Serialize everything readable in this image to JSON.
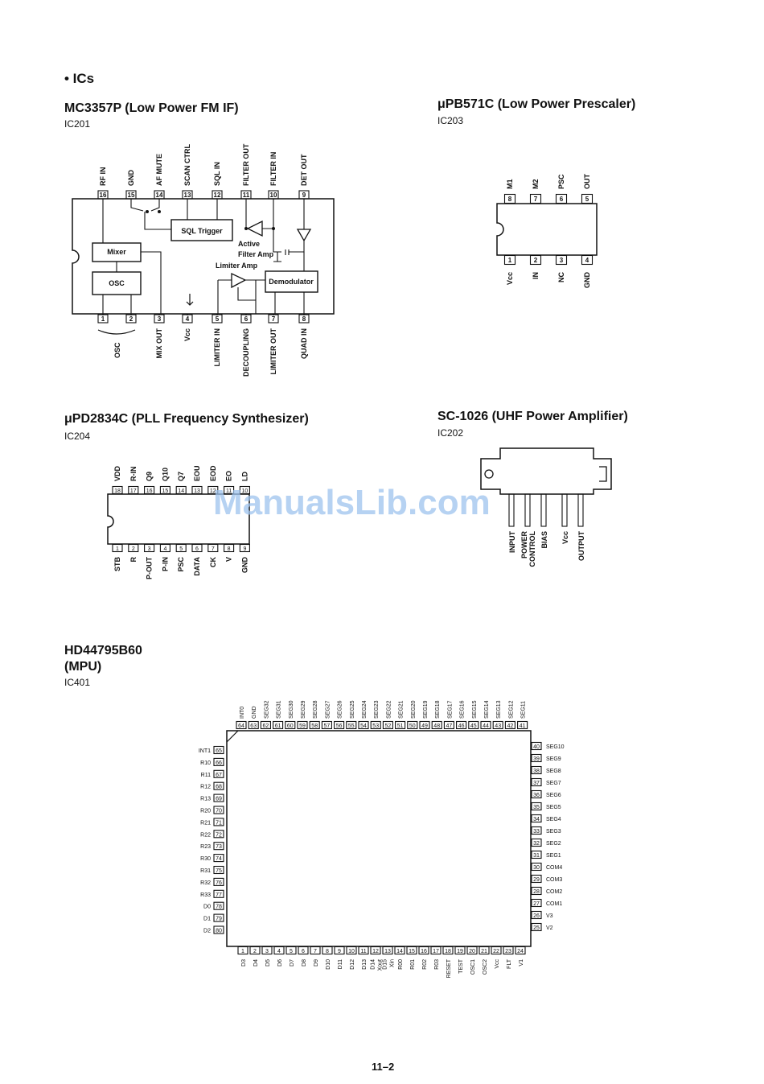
{
  "section_title": "• ICs",
  "watermark": "ManualsLib.com",
  "page_number": "11–2",
  "mc3357p": {
    "title": "MC3357P (Low Power FM IF)",
    "ref": "IC201",
    "top_pins": [
      {
        "num": "16",
        "label": "RF IN"
      },
      {
        "num": "15",
        "label": "GND"
      },
      {
        "num": "14",
        "label": "AF MUTE"
      },
      {
        "num": "13",
        "label": "SCAN CTRL"
      },
      {
        "num": "12",
        "label": "SQL IN"
      },
      {
        "num": "11",
        "label": "FILTER OUT"
      },
      {
        "num": "10",
        "label": "FILTER IN"
      },
      {
        "num": "9",
        "label": "DET OUT"
      }
    ],
    "bottom_pins": [
      {
        "num": "1",
        "label": ""
      },
      {
        "num": "2",
        "label": ""
      },
      {
        "num": "3",
        "label": "MIX OUT"
      },
      {
        "num": "4",
        "label": "Vcc"
      },
      {
        "num": "5",
        "label": "LIMITER IN"
      },
      {
        "num": "6",
        "label": "DECOUPLING"
      },
      {
        "num": "7",
        "label": "LIMITER OUT"
      },
      {
        "num": "8",
        "label": "QUAD IN"
      }
    ],
    "osc_label": "OSC",
    "blocks": {
      "mixer": "Mixer",
      "osc": "OSC",
      "sql": "SQL Trigger",
      "demod": "Demodulator"
    },
    "labels": {
      "active": "Active",
      "filter_amp": "Filter Amp",
      "limiter_amp": "Limiter Amp"
    }
  },
  "upb571c": {
    "title": "μPB571C (Low Power Prescaler)",
    "ref": "IC203",
    "top_pins": [
      {
        "num": "8",
        "label": "M1"
      },
      {
        "num": "7",
        "label": "M2"
      },
      {
        "num": "6",
        "label": "PSC"
      },
      {
        "num": "5",
        "label": "OUT"
      }
    ],
    "bottom_pins": [
      {
        "num": "1",
        "label": "Vcc"
      },
      {
        "num": "2",
        "label": "IN"
      },
      {
        "num": "3",
        "label": "NC"
      },
      {
        "num": "4",
        "label": "GND"
      }
    ]
  },
  "upd2834c": {
    "title": "μPD2834C (PLL Frequency Synthesizer)",
    "ref": "IC204",
    "top_pins": [
      {
        "num": "18",
        "label": "VDD"
      },
      {
        "num": "17",
        "label": "R-IN"
      },
      {
        "num": "16",
        "label": "Q9"
      },
      {
        "num": "15",
        "label": "Q10"
      },
      {
        "num": "14",
        "label": "Q7"
      },
      {
        "num": "13",
        "label": "EOU"
      },
      {
        "num": "12",
        "label": "EOD"
      },
      {
        "num": "11",
        "label": "EO"
      },
      {
        "num": "10",
        "label": "LD"
      }
    ],
    "bottom_pins": [
      {
        "num": "1",
        "label": "STB"
      },
      {
        "num": "2",
        "label": "R"
      },
      {
        "num": "3",
        "label": "P-OUT"
      },
      {
        "num": "4",
        "label": "P-IN"
      },
      {
        "num": "5",
        "label": "PSC"
      },
      {
        "num": "6",
        "label": "DATA"
      },
      {
        "num": "7",
        "label": "CK"
      },
      {
        "num": "8",
        "label": "V"
      },
      {
        "num": "9",
        "label": "GND"
      }
    ]
  },
  "sc1026": {
    "title": "SC-1026 (UHF Power Amplifier)",
    "ref": "IC202",
    "pins": [
      "INPUT",
      "POWER CONTROL",
      "BIAS",
      "Vcc",
      "OUTPUT"
    ]
  },
  "hd44795": {
    "title_line1": "HD44795B60",
    "title_line2": "(MPU)",
    "ref": "IC401",
    "top_pins": [
      {
        "num": "64",
        "label": "INT0"
      },
      {
        "num": "63",
        "label": "GND"
      },
      {
        "num": "62",
        "label": "SEG32"
      },
      {
        "num": "61",
        "label": "SEG31"
      },
      {
        "num": "60",
        "label": "SEG30"
      },
      {
        "num": "59",
        "label": "SEG29"
      },
      {
        "num": "58",
        "label": "SEG28"
      },
      {
        "num": "57",
        "label": "SEG27"
      },
      {
        "num": "56",
        "label": "SEG26"
      },
      {
        "num": "55",
        "label": "SEG25"
      },
      {
        "num": "54",
        "label": "SEG24"
      },
      {
        "num": "53",
        "label": "SEG23"
      },
      {
        "num": "52",
        "label": "SEG22"
      },
      {
        "num": "51",
        "label": "SEG21"
      },
      {
        "num": "50",
        "label": "SEG20"
      },
      {
        "num": "49",
        "label": "SEG19"
      },
      {
        "num": "48",
        "label": "SEG18"
      },
      {
        "num": "47",
        "label": "SEG17"
      },
      {
        "num": "46",
        "label": "SEG16"
      },
      {
        "num": "45",
        "label": "SEG15"
      },
      {
        "num": "44",
        "label": "SEG14"
      },
      {
        "num": "43",
        "label": "SEG13"
      },
      {
        "num": "42",
        "label": "SEG12"
      },
      {
        "num": "41",
        "label": "SEG11"
      }
    ],
    "left_pins": [
      {
        "num": "65",
        "label": "INT1"
      },
      {
        "num": "66",
        "label": "R10"
      },
      {
        "num": "67",
        "label": "R11"
      },
      {
        "num": "68",
        "label": "R12"
      },
      {
        "num": "69",
        "label": "R13"
      },
      {
        "num": "70",
        "label": "R20"
      },
      {
        "num": "71",
        "label": "R21"
      },
      {
        "num": "72",
        "label": "R22"
      },
      {
        "num": "73",
        "label": "R23"
      },
      {
        "num": "74",
        "label": "R30"
      },
      {
        "num": "75",
        "label": "R31"
      },
      {
        "num": "76",
        "label": "R32"
      },
      {
        "num": "77",
        "label": "R33"
      },
      {
        "num": "78",
        "label": "D0"
      },
      {
        "num": "79",
        "label": "D1"
      },
      {
        "num": "80",
        "label": "D2"
      }
    ],
    "right_pins": [
      {
        "num": "40",
        "label": "SEG10"
      },
      {
        "num": "39",
        "label": "SEG9"
      },
      {
        "num": "38",
        "label": "SEG8"
      },
      {
        "num": "37",
        "label": "SEG7"
      },
      {
        "num": "36",
        "label": "SEG6"
      },
      {
        "num": "35",
        "label": "SEG5"
      },
      {
        "num": "34",
        "label": "SEG4"
      },
      {
        "num": "33",
        "label": "SEG3"
      },
      {
        "num": "32",
        "label": "SEG2"
      },
      {
        "num": "31",
        "label": "SEG1"
      },
      {
        "num": "30",
        "label": "COM4"
      },
      {
        "num": "29",
        "label": "COM3"
      },
      {
        "num": "28",
        "label": "COM2"
      },
      {
        "num": "27",
        "label": "COM1"
      },
      {
        "num": "26",
        "label": "V3"
      },
      {
        "num": "25",
        "label": "V2"
      }
    ],
    "bottom_pins": [
      {
        "num": "1",
        "label": "D3"
      },
      {
        "num": "2",
        "label": "D4"
      },
      {
        "num": "3",
        "label": "D5"
      },
      {
        "num": "4",
        "label": "D6"
      },
      {
        "num": "5",
        "label": "D7"
      },
      {
        "num": "6",
        "label": "D8"
      },
      {
        "num": "7",
        "label": "D9"
      },
      {
        "num": "8",
        "label": "D10"
      },
      {
        "num": "9",
        "label": "D11"
      },
      {
        "num": "10",
        "label": "D12"
      },
      {
        "num": "11",
        "label": "D13"
      },
      {
        "num": "12",
        "label": "D14 Xout"
      },
      {
        "num": "13",
        "label": "D15 Xin"
      },
      {
        "num": "14",
        "label": "R00"
      },
      {
        "num": "15",
        "label": "R01"
      },
      {
        "num": "16",
        "label": "R02"
      },
      {
        "num": "17",
        "label": "R03"
      },
      {
        "num": "18",
        "label": "RESET"
      },
      {
        "num": "19",
        "label": "TEST"
      },
      {
        "num": "20",
        "label": "OSC1"
      },
      {
        "num": "21",
        "label": "OSC2"
      },
      {
        "num": "22",
        "label": "Vcc"
      },
      {
        "num": "23",
        "label": "FLT"
      },
      {
        "num": "24",
        "label": "V1"
      }
    ]
  }
}
